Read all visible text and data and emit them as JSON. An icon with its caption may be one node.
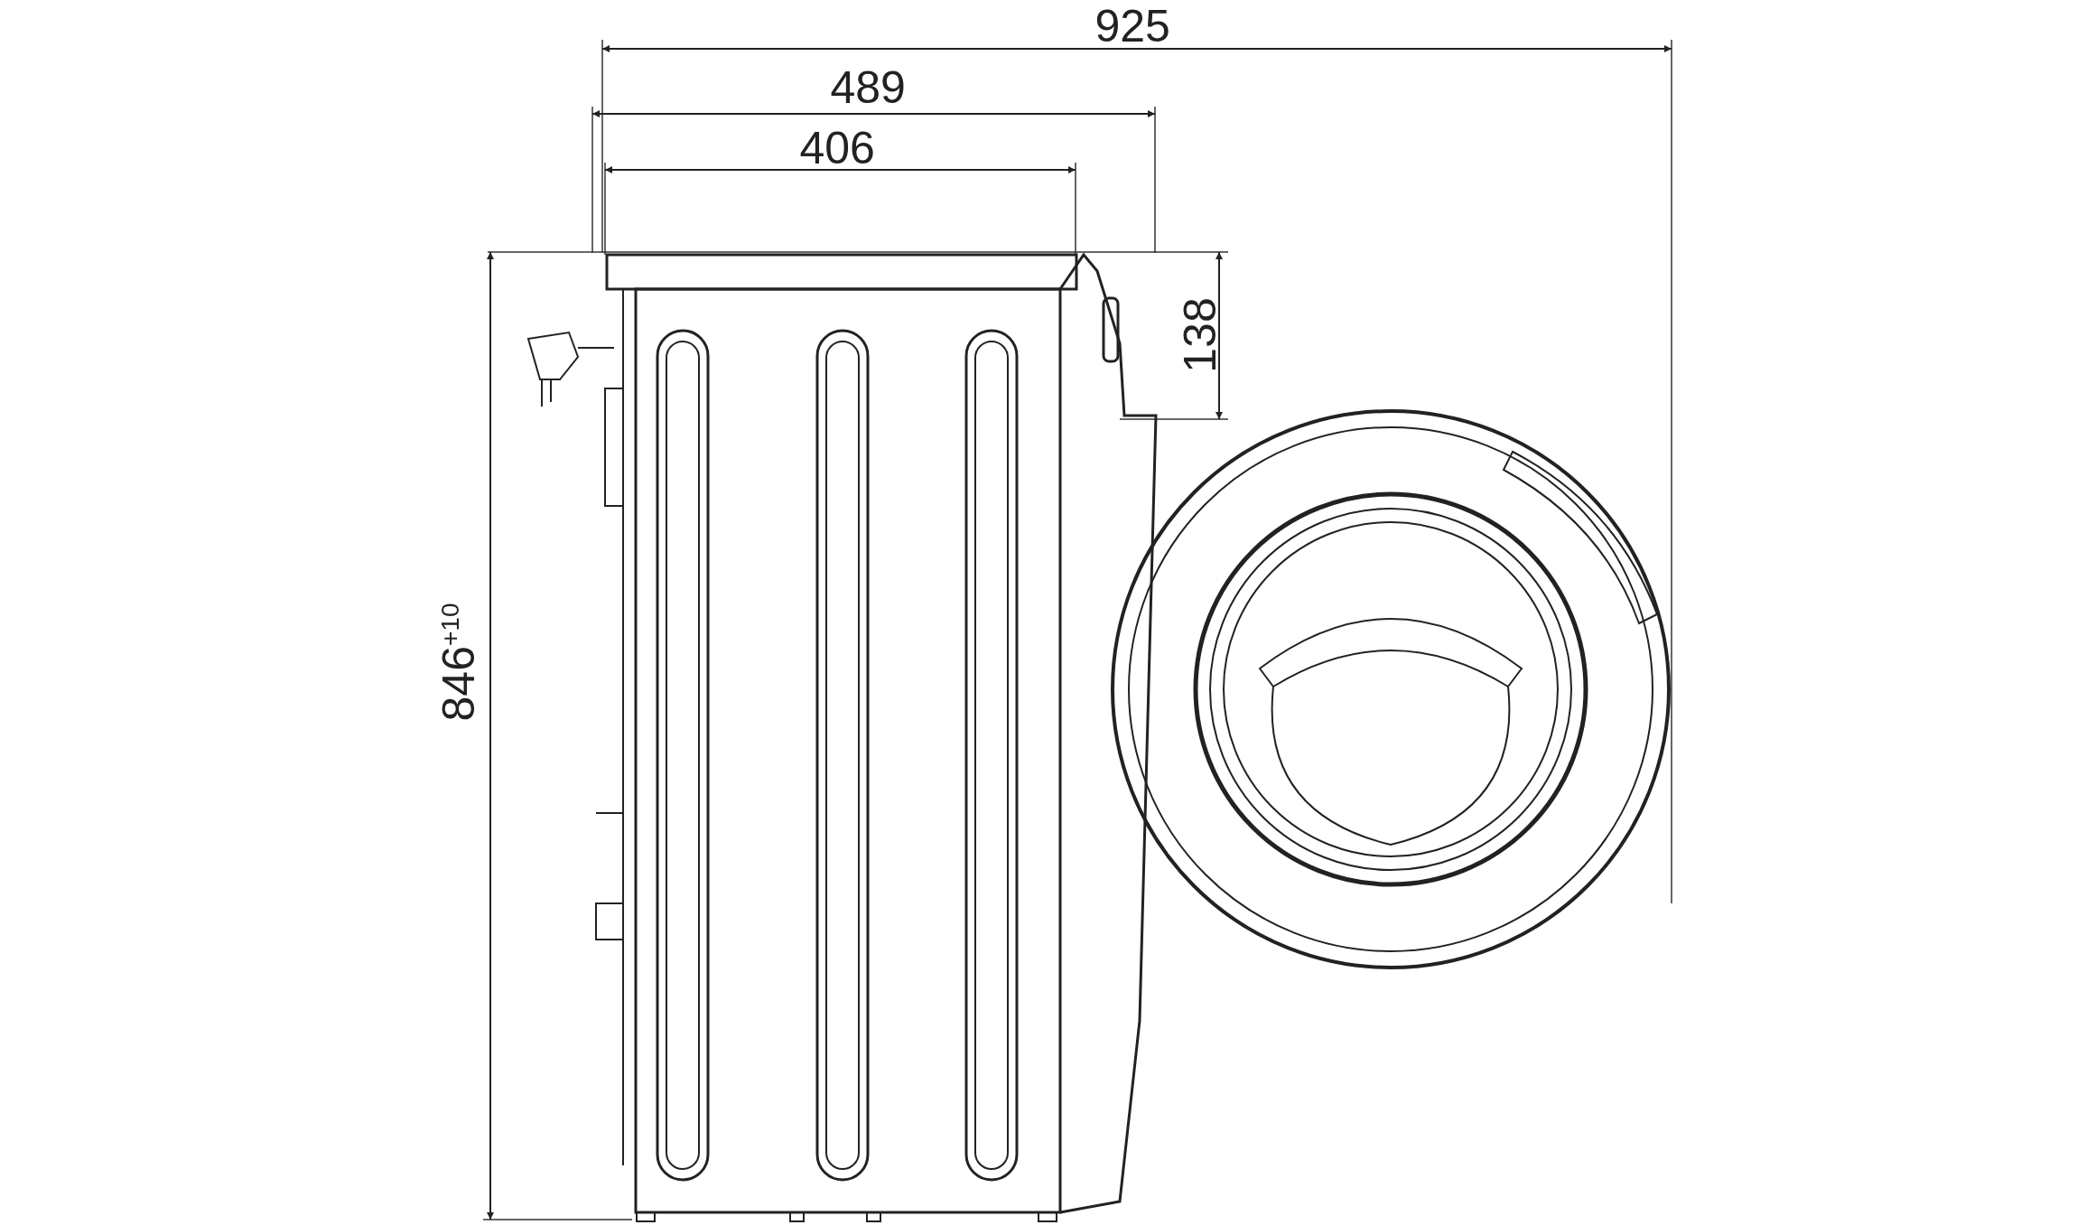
{
  "diagram": {
    "labels": [
      "925",
      "489",
      "406",
      "138",
      "846$^{+10}$"
    ]
  }
}
